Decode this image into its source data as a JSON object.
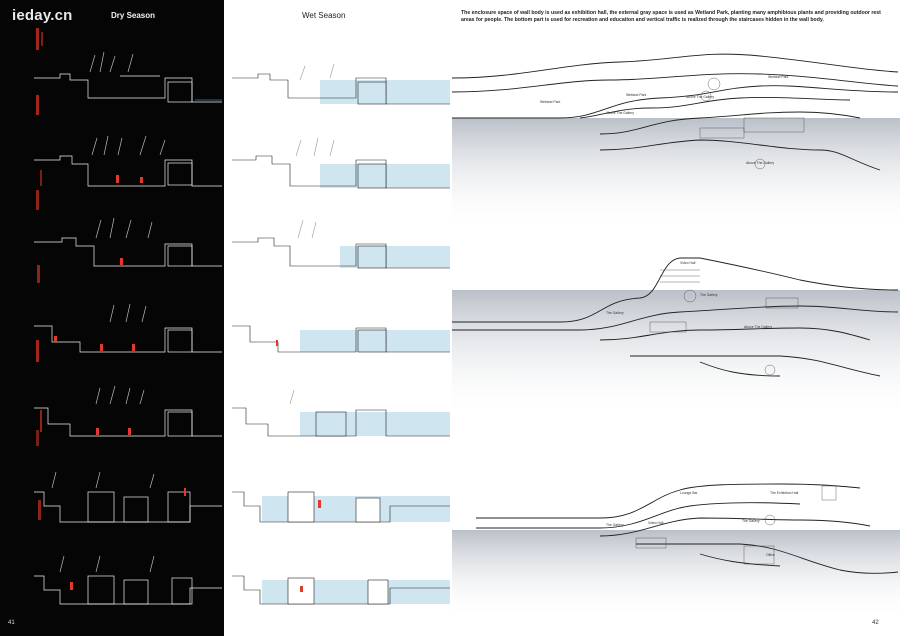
{
  "watermark": "ieday.cn",
  "headings": {
    "dry": "Dry Season",
    "wet": "Wet Season"
  },
  "description": "The enclosure space of wall body is used as exhibition hall, the external gray space is used as Wetland Park, planting many amphibious plants and providing outdoor rest areas for people. The bottom part is used for recreation and education and vertical traffic is realized through the staircases hidden in the wall body.",
  "page_numbers": {
    "left": "41",
    "right": "42"
  },
  "plan_labels": {
    "top": [
      "Wetland Park",
      "Wetland Park",
      "Above The Gallery",
      "Above The Gallery",
      "Wetland Park",
      "Above The Gallery"
    ],
    "middle": [
      "Video Hall",
      "The Gallery",
      "The Gallery",
      "Above The Gallery"
    ],
    "bottom": [
      "Lounge Bar",
      "The Exhibition Hall",
      "Video Hall",
      "The Gallery",
      "The Gallery",
      "Office"
    ]
  },
  "colors": {
    "dry_bg": "#050505",
    "wet_water": "#cfe6f0",
    "accent_red": "#e23a2a"
  }
}
